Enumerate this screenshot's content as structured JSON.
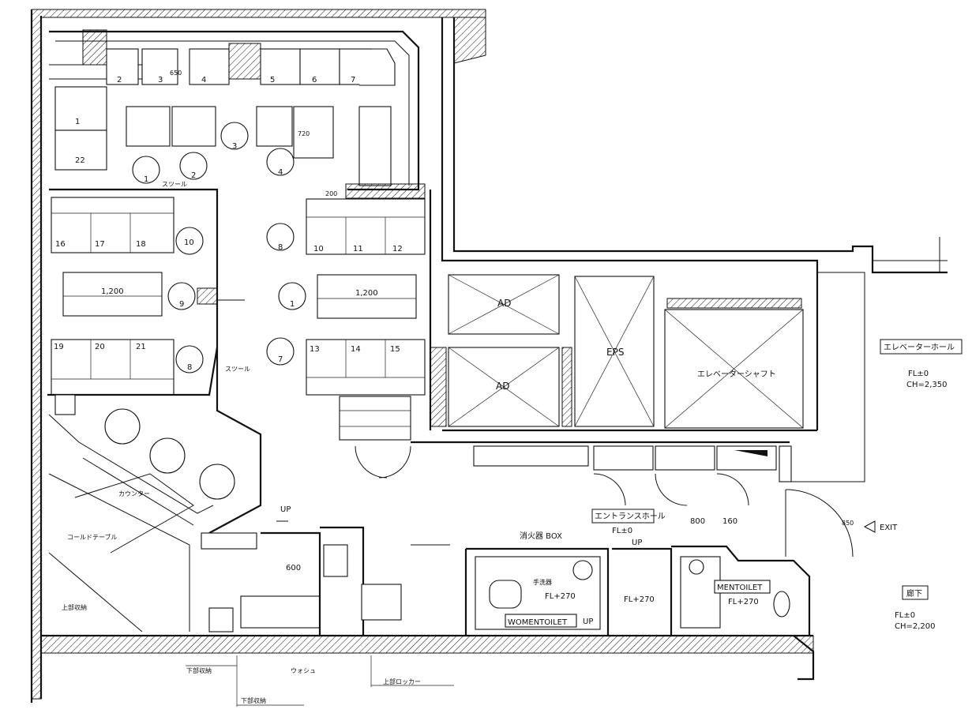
{
  "rooms": {
    "elevator_hall": "エレベーターホール",
    "elevator_hall_fl": "FL±0",
    "elevator_hall_ch": "CH=2,350",
    "corridor": "廊下",
    "corridor_fl": "FL±0",
    "corridor_ch": "CH=2,200",
    "entrance_hall": "エントランスホール",
    "entrance_fl": "FL±0",
    "women_toilet": "WOMENTOILET",
    "women_fl": "FL+270",
    "men_toilet": "MENTOILET",
    "men_fl": "FL+270",
    "mid_fl": "FL+270",
    "elevator_shaft": "エレベーターシャフト",
    "eps": "EPS",
    "ad1": "AD",
    "ad2": "AD",
    "exit": "EXIT",
    "counter": "カウンター",
    "cold_table": "コールドテーブル",
    "fire_box": "消火器 BOX",
    "up1": "UP",
    "up2": "UP",
    "up3": "UP",
    "dim_600": "600",
    "dim_800": "800",
    "dim_160": "160",
    "dim_850": "850",
    "dim_650": "650",
    "dim_720": "720",
    "dim_200": "200",
    "table_1200a": "1,200",
    "table_1200b": "1,200",
    "stool_a": "スツール",
    "stool_b": "スツール"
  },
  "seats_top": [
    "2",
    "3",
    "4",
    "5",
    "6",
    "7"
  ],
  "seats_left": [
    "1",
    "22"
  ],
  "seats_mid": [
    "16",
    "17",
    "18",
    "19",
    "20",
    "21"
  ],
  "seats_right": [
    "10",
    "11",
    "12",
    "13",
    "14",
    "15"
  ],
  "round_tables": [
    "1",
    "2",
    "3",
    "4",
    "8",
    "9",
    "10",
    "7",
    "8",
    "1"
  ],
  "misc_labels": {
    "sink": "手洗器",
    "label_a": "下部収納",
    "label_b": "上部収納",
    "label_c": "上部ロッカー",
    "label_d": "下部収納",
    "label_e": "ウォシュ"
  }
}
